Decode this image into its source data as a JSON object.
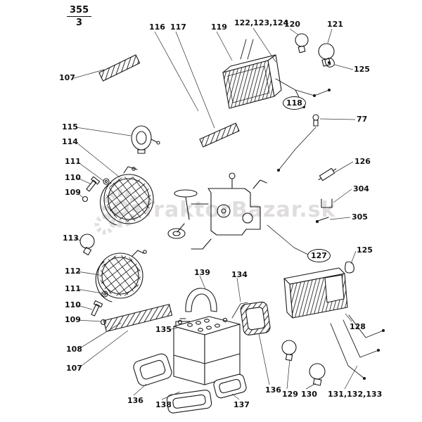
{
  "figure": {
    "number": "355",
    "sheet": "3"
  },
  "watermark": {
    "text": "TraktorBazar.sk"
  },
  "colors": {
    "line": "#1a1a1a",
    "leader": "#3a3a3a",
    "watermark": "#c7c3c3"
  },
  "labels": [
    {
      "text": "107"
    },
    {
      "text": "115"
    },
    {
      "text": "114"
    },
    {
      "text": "111"
    },
    {
      "text": "110"
    },
    {
      "text": "109"
    },
    {
      "text": "113"
    },
    {
      "text": "112"
    },
    {
      "text": "111"
    },
    {
      "text": "110"
    },
    {
      "text": "109"
    },
    {
      "text": "108"
    },
    {
      "text": "107"
    },
    {
      "text": "116"
    },
    {
      "text": "117"
    },
    {
      "text": "119"
    },
    {
      "text": "122,123,124"
    },
    {
      "text": "120"
    },
    {
      "text": "121"
    },
    {
      "text": "125"
    },
    {
      "text": "118"
    },
    {
      "text": "77"
    },
    {
      "text": "126"
    },
    {
      "text": "304"
    },
    {
      "text": "305"
    },
    {
      "text": "127"
    },
    {
      "text": "125"
    },
    {
      "text": "128"
    },
    {
      "text": "139"
    },
    {
      "text": "134"
    },
    {
      "text": "135"
    },
    {
      "text": "136"
    },
    {
      "text": "138"
    },
    {
      "text": "137"
    },
    {
      "text": "136"
    },
    {
      "text": "129"
    },
    {
      "text": "130"
    },
    {
      "text": "131,132,133"
    }
  ]
}
